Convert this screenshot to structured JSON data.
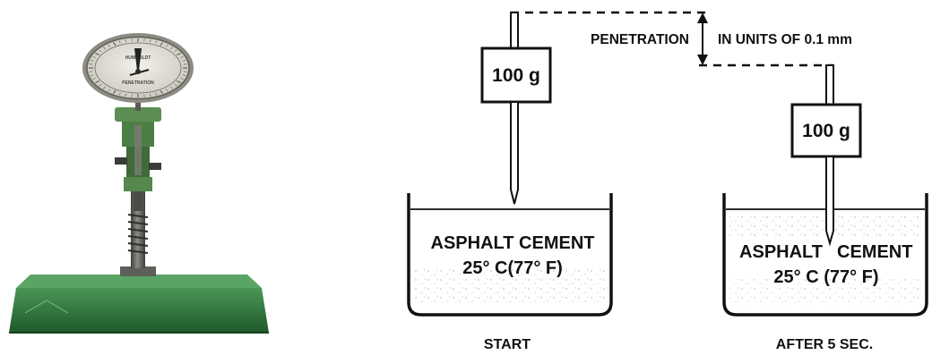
{
  "colors": {
    "ink": "#111111",
    "base_green": "#2f7a3c",
    "base_green_dark": "#1f5a2a",
    "base_green_light": "#4a9556",
    "column_metal": "#6b6e68",
    "column_metal_dark": "#44463f",
    "bracket_green": "#4d7e45",
    "dial_face": "#e8e6dc",
    "dial_rim": "#7d7c72"
  },
  "photo": {
    "subject": "penetrometer-apparatus",
    "dial": {
      "brand": "HUMBOLDT",
      "scale_label": "PENETRATION"
    }
  },
  "diagram": {
    "penetration_label": "PENETRATION",
    "units_label": "IN UNITS OF 0.1 mm",
    "start": {
      "weight_label": "100 g",
      "content_line1": "ASPHALT CEMENT",
      "content_line2": "25° C(77° F)",
      "caption": "START"
    },
    "after": {
      "weight_label": "100 g",
      "content_line1_left": "ASPHALT",
      "content_line1_right": "CEMENT",
      "content_line2": "25° C (77° F)",
      "caption": "AFTER 5 SEC."
    }
  }
}
